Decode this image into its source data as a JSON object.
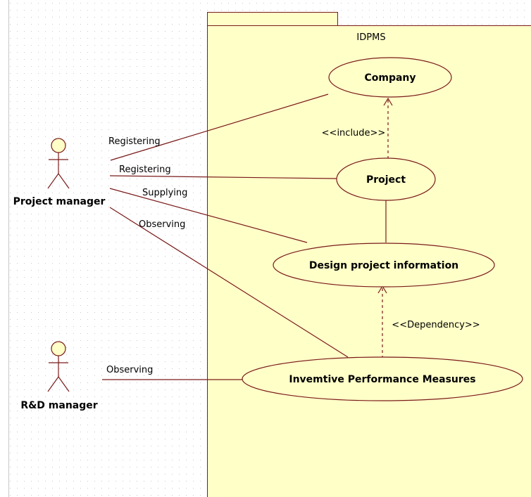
{
  "colors": {
    "package_fill": "#ffffc8",
    "line": "#7a1a1a",
    "grid_dot": "#c8c8c8"
  },
  "package": {
    "name": "IDPMS"
  },
  "use_cases": {
    "company": "Company",
    "project": "Project",
    "design_info": "Design project information",
    "performance": "Invemtive Performance Measures"
  },
  "actors": {
    "project_manager": "Project manager",
    "rd_manager": "R&D manager"
  },
  "associations": {
    "pm_company": "Registering",
    "pm_project": "Registering",
    "pm_design": "Supplying",
    "pm_performance": "Observing",
    "rd_performance": "Observing"
  },
  "stereotypes": {
    "include": "<<include>>",
    "dependency": "<<Dependency>>"
  }
}
